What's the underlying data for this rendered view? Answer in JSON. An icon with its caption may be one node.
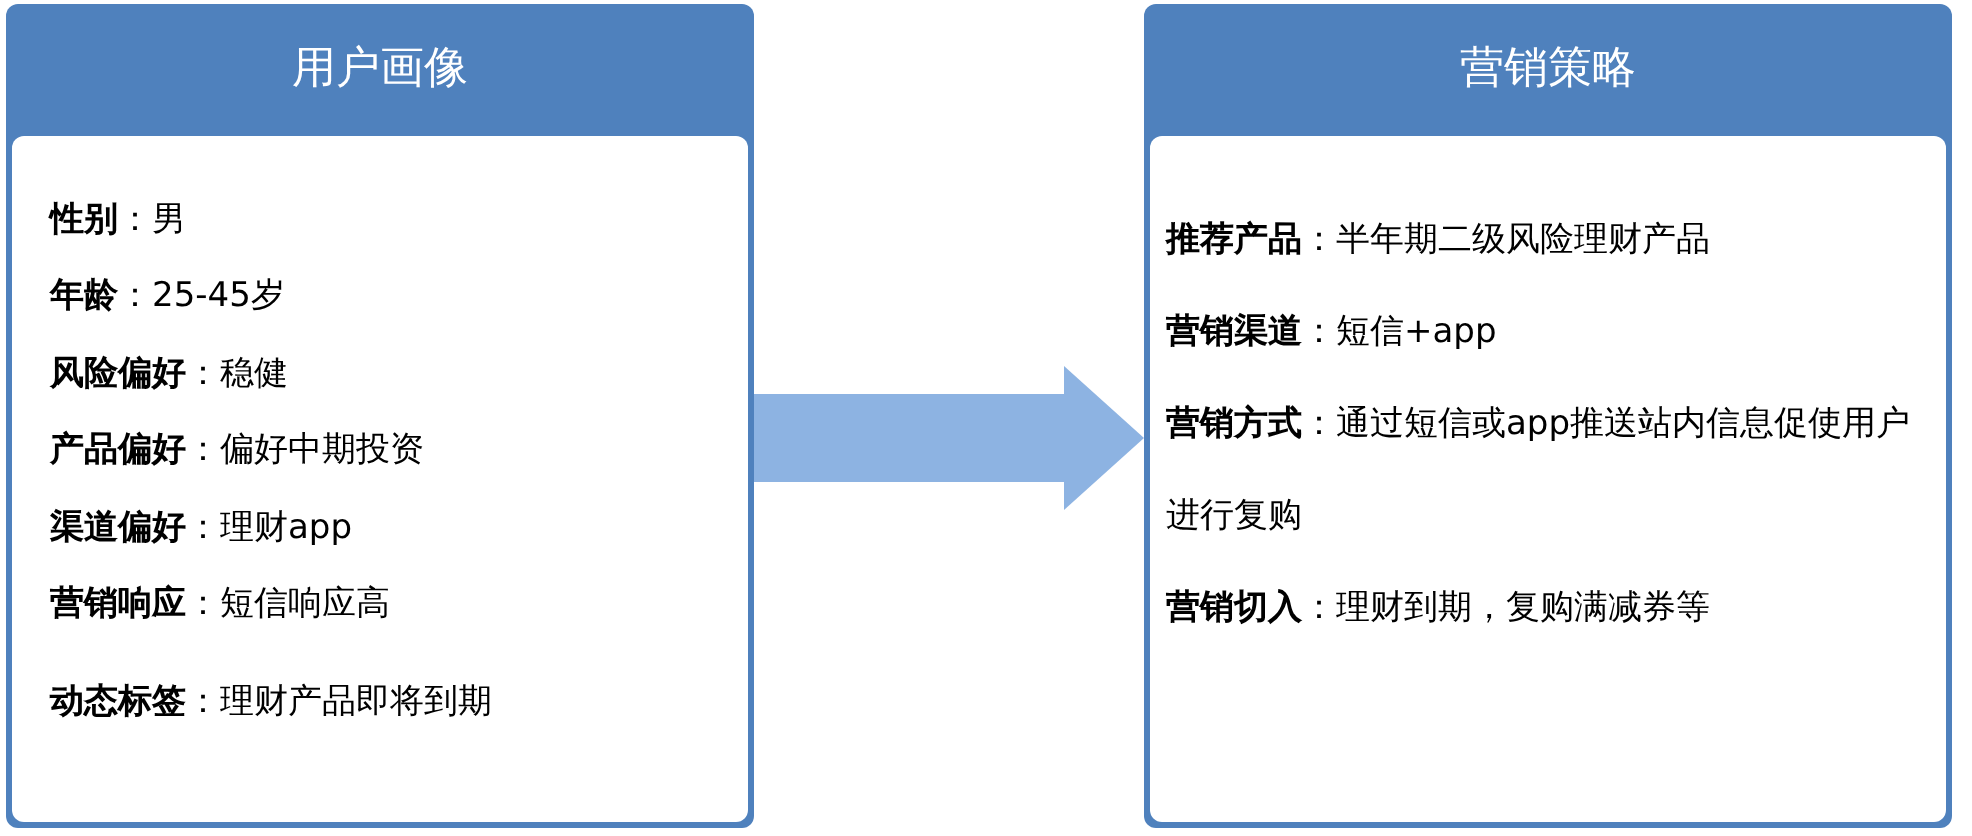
{
  "diagram": {
    "nodes": [
      {
        "text": [
          "用户画像",
          "**性别**：男",
          "**年龄**：25-45岁",
          "**风险偏好**：稳健",
          "**产品偏好**：偏好中期投资",
          "**渠道偏好**：理财app",
          "**营销响应**：短信响应高",
          "**动态标签**：理财产品即将到期"
        ]
      },
      {
        "text": [
          "营销策略",
          "**推荐产品**：半年期二级风险理财产品",
          "**营销渠道**：短信+app",
          "**营销方式**：通过短信或app推送站内信息促使用户进行复购",
          "**营销切入**：理财到期，复购满减券等"
        ]
      }
    ],
    "edges": [
      {
        "from": 0,
        "to": 1,
        "arrow": "to"
      }
    ]
  }
}
